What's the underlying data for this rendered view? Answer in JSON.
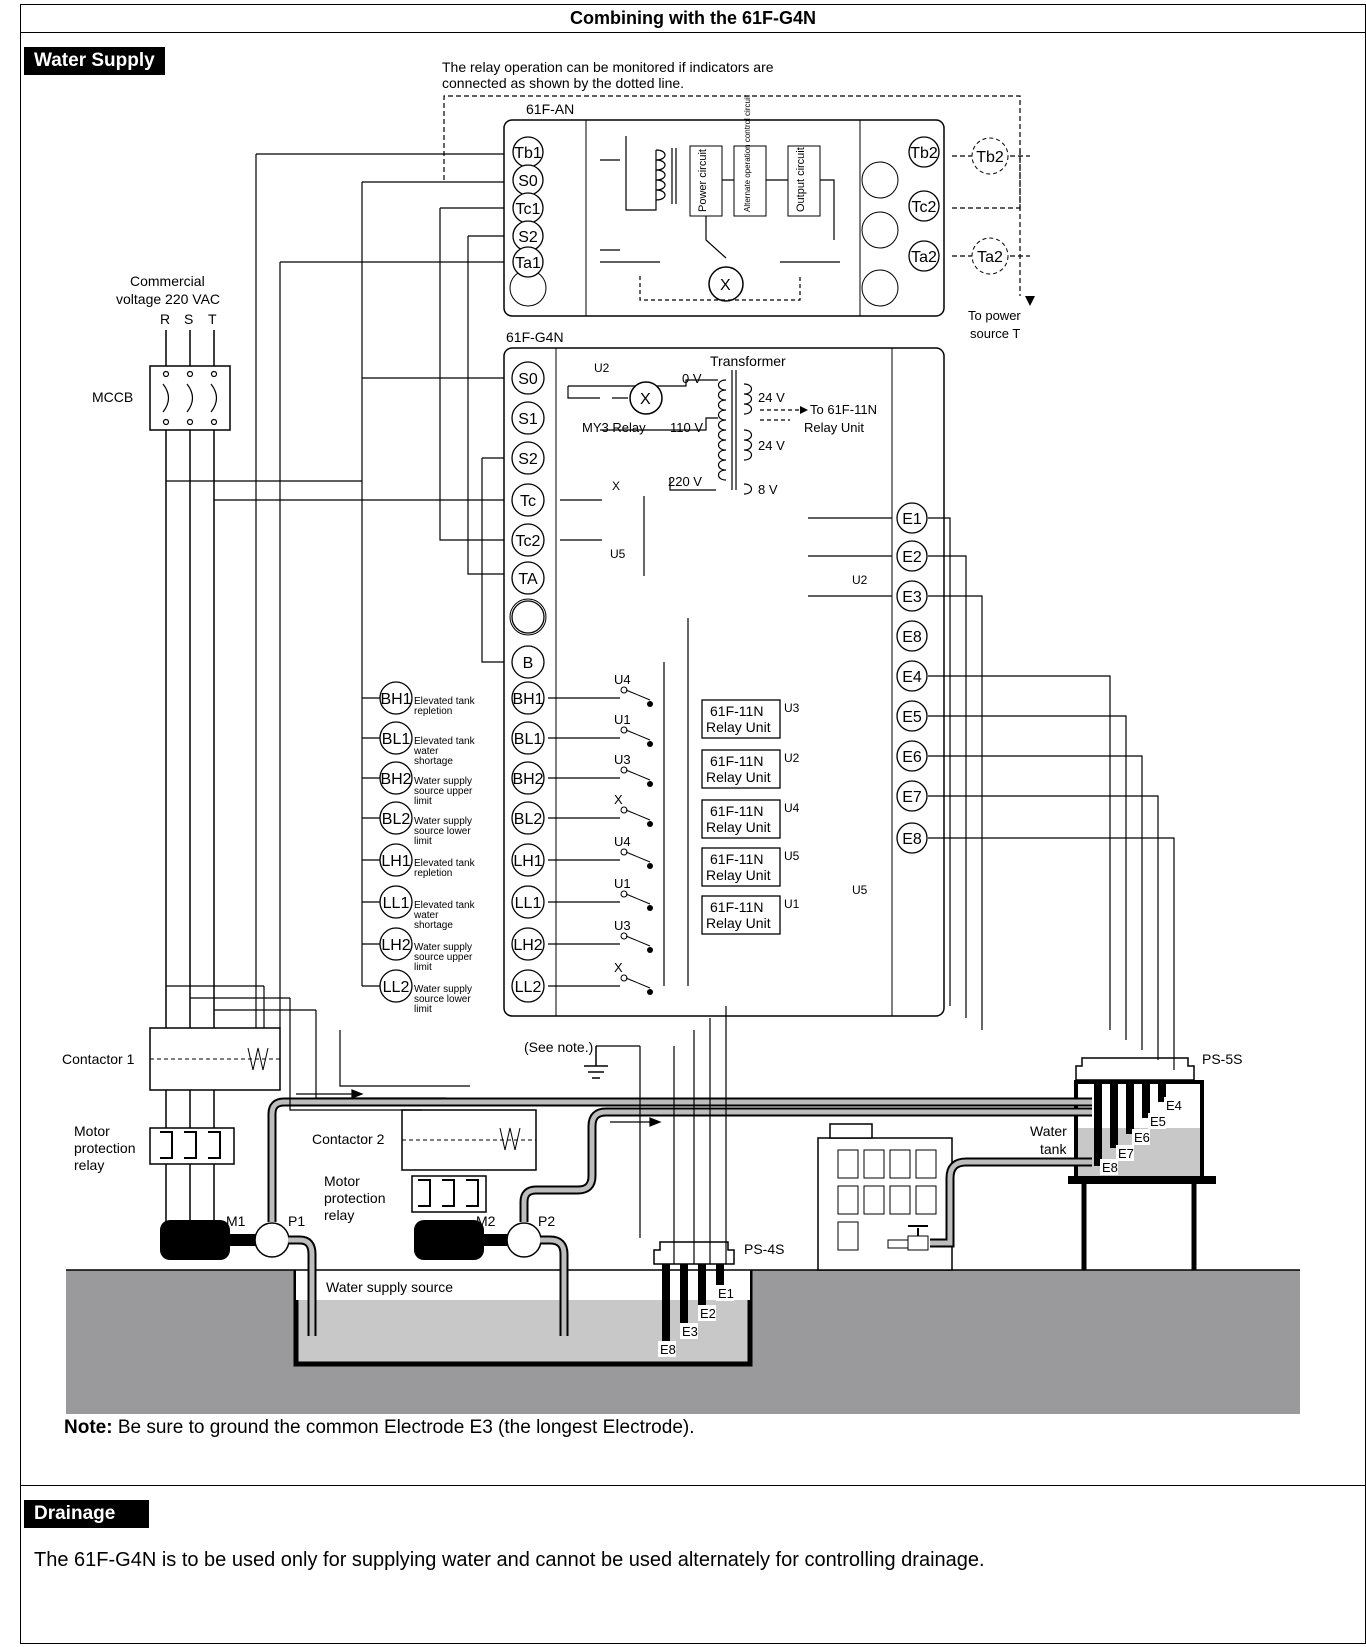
{
  "header": {
    "title": "Combining with the 61F-G4N"
  },
  "sections": {
    "water_supply_label": "Water Supply",
    "drainage_label": "Drainage"
  },
  "annotation": {
    "indicator_line1": "The relay operation can be monitored if indicators are",
    "indicator_line2": "connected as shown by the dotted line."
  },
  "supply": {
    "line1": "Commercial",
    "line2": "voltage 220 VAC",
    "phases": [
      "R",
      "S",
      "T"
    ],
    "mccb": "MCCB"
  },
  "unit_61f_an": {
    "name": "61F-AN",
    "left_terms": [
      "Tb1",
      "S0",
      "Tc1",
      "S2",
      "Ta1"
    ],
    "right_terms": [
      "Tb2",
      "Tc2",
      "Ta2"
    ],
    "ext_indicators": [
      "Tb2",
      "Ta2"
    ],
    "blocks": [
      "Power circuit",
      "Alternate operation control circuit",
      "Output circuit"
    ],
    "relay": "X",
    "to_power": [
      "To power",
      "source T"
    ]
  },
  "unit_61f_g4n": {
    "name": "61F-G4N",
    "transformer": "Transformer",
    "taps": [
      "0 V",
      "110 V",
      "220 V"
    ],
    "secondaries": [
      "24 V",
      "24 V",
      "8 V"
    ],
    "to_relay_unit": [
      "To 61F-11N",
      "Relay Unit"
    ],
    "u2_label": "U2",
    "relay_x": "X",
    "my3": "MY3 Relay",
    "left_terms": [
      "S0",
      "S1",
      "S2",
      "Tc",
      "Tc2",
      "TA",
      "",
      "B",
      "BH1",
      "BL1",
      "BH2",
      "BL2",
      "LH1",
      "LL1",
      "LH2",
      "LL2"
    ],
    "switch_labels": [
      "U4",
      "U1",
      "U3",
      "X",
      "U4",
      "U1",
      "U3",
      "X"
    ],
    "top_switches": [
      "X",
      "U5"
    ],
    "right_terms": [
      "E1",
      "E2",
      "E3",
      "E8",
      "E4",
      "E5",
      "E6",
      "E7",
      "E8"
    ],
    "right_switches": [
      "U2",
      "U5"
    ],
    "relay_units": [
      {
        "line1": "61F-11N",
        "line2": "Relay Unit",
        "tag": "U3"
      },
      {
        "line1": "61F-11N",
        "line2": "Relay Unit",
        "tag": "U2"
      },
      {
        "line1": "61F-11N",
        "line2": "Relay Unit",
        "tag": "U4"
      },
      {
        "line1": "61F-11N",
        "line2": "Relay Unit",
        "tag": "U5"
      },
      {
        "line1": "61F-11N",
        "line2": "Relay Unit",
        "tag": "U1"
      }
    ]
  },
  "indicators": [
    {
      "term": "BH1",
      "desc": [
        "Elevated tank",
        "repletion"
      ]
    },
    {
      "term": "BL1",
      "desc": [
        "Elevated tank",
        "water",
        "shortage"
      ]
    },
    {
      "term": "BH2",
      "desc": [
        "Water supply",
        "source upper",
        "limit"
      ]
    },
    {
      "term": "BL2",
      "desc": [
        "Water supply",
        "source lower",
        "limit"
      ]
    },
    {
      "term": "LH1",
      "desc": [
        "Elevated tank",
        "repletion"
      ]
    },
    {
      "term": "LL1",
      "desc": [
        "Elevated tank",
        "water",
        "shortage"
      ]
    },
    {
      "term": "LH2",
      "desc": [
        "Water supply",
        "source upper",
        "limit"
      ]
    },
    {
      "term": "LL2",
      "desc": [
        "Water supply",
        "source lower",
        "limit"
      ]
    }
  ],
  "equipment": {
    "contactor1": "Contactor 1",
    "contactor2": "Contactor 2",
    "mpr1": [
      "Motor",
      "protection",
      "relay"
    ],
    "mpr2": [
      "Motor",
      "protection",
      "relay"
    ],
    "motors": [
      "M1",
      "M2"
    ],
    "pumps": [
      "P1",
      "P2"
    ],
    "see_note": "(See note.)",
    "water_source": "Water supply source",
    "ps4s": "PS-4S",
    "ps5s": "PS-5S",
    "water_tank": [
      "Water",
      "tank"
    ],
    "ps4s_electrodes": [
      "E1",
      "E2",
      "E3",
      "E8"
    ],
    "ps5s_electrodes": [
      "E4",
      "E5",
      "E6",
      "E7",
      "E8"
    ]
  },
  "note": {
    "bold": "Note:",
    "text": " Be sure to ground the common Electrode E3 (the longest Electrode)."
  },
  "drainage_text": "The 61F-G4N is to be used only for supplying water and cannot be used alternately for controlling drainage.",
  "colors": {
    "ground": "#9a9a9c",
    "water": "#c8c8c8",
    "line": "#000000"
  }
}
